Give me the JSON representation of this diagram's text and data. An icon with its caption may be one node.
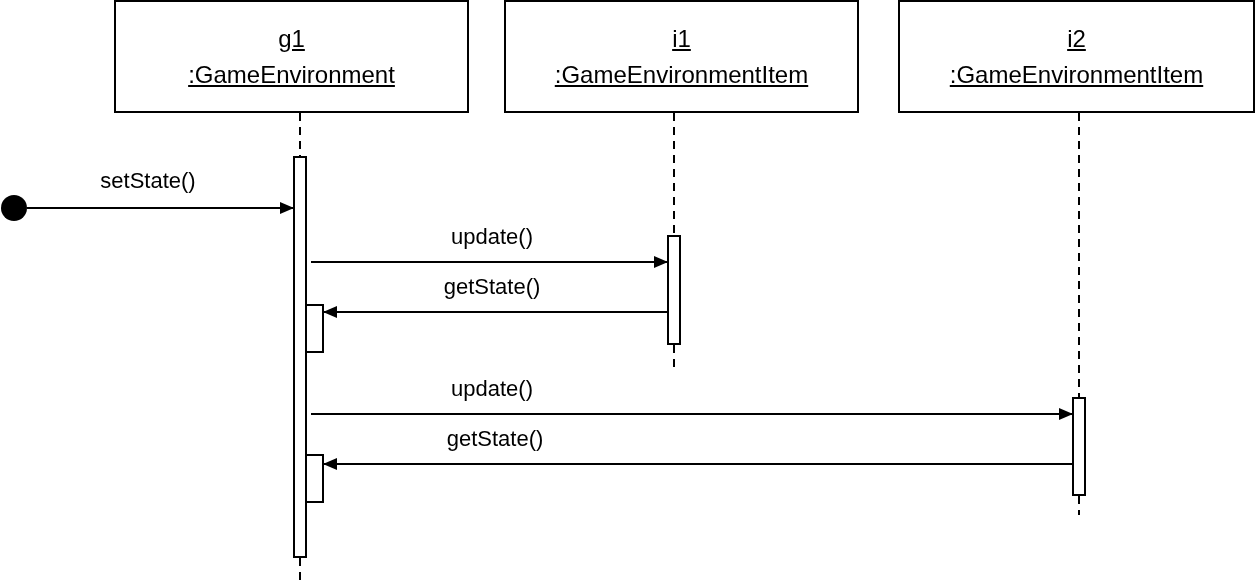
{
  "diagram": {
    "nodes": [
      {
        "text": [
          "g1 :GameEnvironment"
        ]
      },
      {
        "text": [
          "i1 :GameEnvironmentItem"
        ]
      },
      {
        "text": [
          "i2 :GameEnvironmentItem"
        ]
      },
      {
        "text": [],
        "shape": "circle"
      },
      {
        "text": [],
        "shape": "bar"
      },
      {
        "text": [],
        "shape": "bar"
      },
      {
        "text": [],
        "shape": "bar"
      },
      {
        "text": [],
        "shape": "bar"
      },
      {
        "text": [],
        "shape": "bar"
      }
    ],
    "edges": [
      {
        "from": 0,
        "to": 4,
        "arrow": "none",
        "style": "dashed"
      },
      {
        "from": 1,
        "to": 5,
        "arrow": "none",
        "style": "dashed"
      },
      {
        "from": 2,
        "to": 7,
        "arrow": "none",
        "style": "dashed"
      },
      {
        "from": 3,
        "to": 4,
        "arrow": "to",
        "label": "setState()"
      },
      {
        "from": 4,
        "to": 5,
        "arrow": "to",
        "label": "update()"
      },
      {
        "from": 5,
        "to": 6,
        "arrow": "to",
        "label": "getState()"
      },
      {
        "from": 4,
        "to": 7,
        "arrow": "to",
        "label": "update()"
      },
      {
        "from": 7,
        "to": 8,
        "arrow": "to",
        "label": "getState()"
      },
      {
        "from": 4,
        "to": null,
        "arrow": "none",
        "style": "dashed"
      },
      {
        "from": 5,
        "to": null,
        "arrow": "none",
        "style": "dashed"
      },
      {
        "from": 7,
        "to": null,
        "arrow": "none",
        "style": "dashed"
      }
    ]
  }
}
